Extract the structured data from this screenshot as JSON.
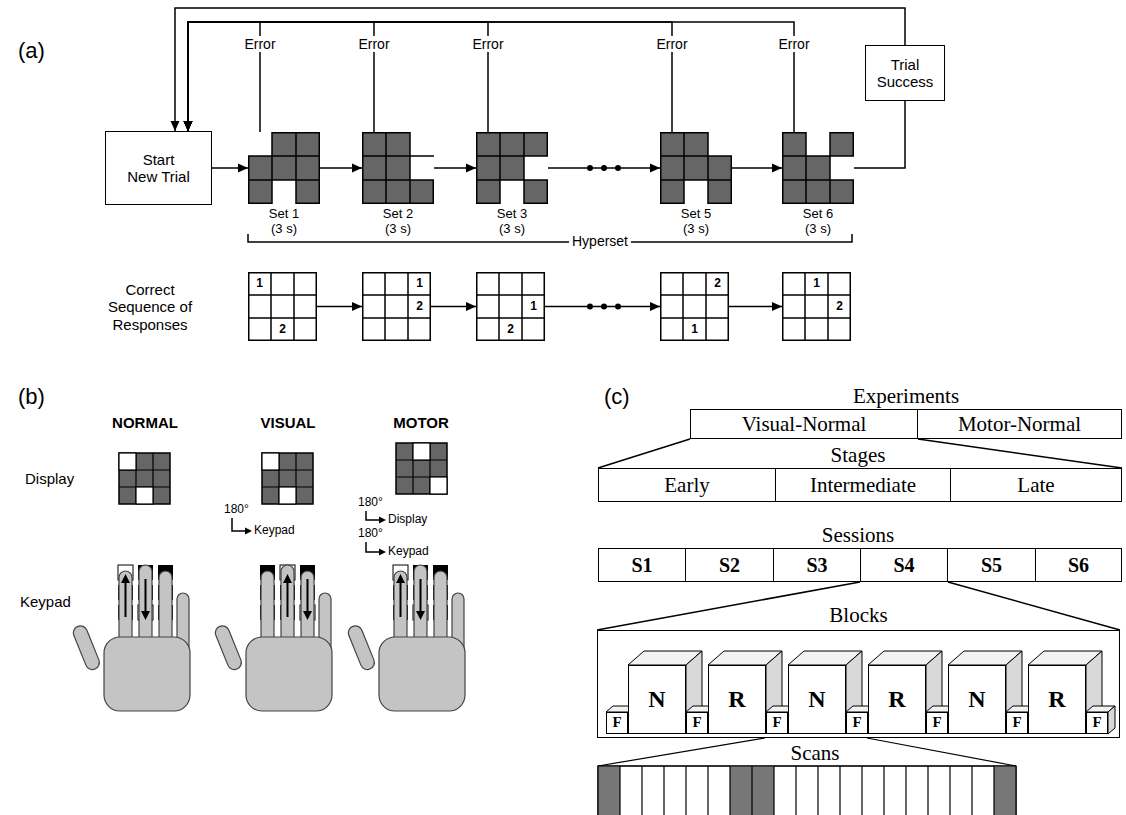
{
  "diagram": {
    "nodes": [
      {
        "text": [
          "Start New Trial"
        ]
      },
      {
        "text": [
          "Set 1 (3 s)"
        ]
      },
      {
        "text": [
          "Set 2 (3 s)"
        ]
      },
      {
        "text": [
          "Set 3 (3 s)"
        ]
      },
      {
        "text": [
          "Set 5 (3 s)"
        ]
      },
      {
        "text": [
          "Set 6 (3 s)"
        ]
      },
      {
        "text": [
          "Trial Success"
        ]
      },
      {
        "text": [
          "1",
          "2"
        ]
      },
      {
        "text": [
          "1",
          "2"
        ]
      },
      {
        "text": [
          "1",
          "2"
        ]
      },
      {
        "text": [
          "2",
          "1"
        ]
      },
      {
        "text": [
          "1",
          "2"
        ]
      },
      {
        "text": [
          "Visual-Normal"
        ]
      },
      {
        "text": [
          "Motor-Normal"
        ]
      },
      {
        "text": [
          "Early"
        ]
      },
      {
        "text": [
          "Intermediate"
        ]
      },
      {
        "text": [
          "Late"
        ]
      },
      {
        "text": [
          "S1"
        ]
      },
      {
        "text": [
          "S2"
        ]
      },
      {
        "text": [
          "S3"
        ]
      },
      {
        "text": [
          "S4"
        ]
      },
      {
        "text": [
          "S5"
        ]
      },
      {
        "text": [
          "S6"
        ]
      },
      {
        "text": [
          "Blocks"
        ]
      },
      {
        "text": [
          "F"
        ],
        "in": 23
      },
      {
        "text": [
          "N"
        ],
        "in": 23
      },
      {
        "text": [
          "F"
        ],
        "in": 23
      },
      {
        "text": [
          "R"
        ],
        "in": 23
      },
      {
        "text": [
          "F"
        ],
        "in": 23
      },
      {
        "text": [
          "N"
        ],
        "in": 23
      },
      {
        "text": [
          "F"
        ],
        "in": 23
      },
      {
        "text": [
          "R"
        ],
        "in": 23
      },
      {
        "text": [
          "F"
        ],
        "in": 23
      },
      {
        "text": [
          "N"
        ],
        "in": 23
      },
      {
        "text": [
          "F"
        ],
        "in": 23
      },
      {
        "text": [
          "R"
        ],
        "in": 23
      },
      {
        "text": [
          "F"
        ],
        "in": 23
      }
    ],
    "edges": [
      {
        "from": 0,
        "to": 1,
        "arrow": "to"
      },
      {
        "from": 1,
        "to": 2,
        "arrow": "to"
      },
      {
        "from": 2,
        "to": 3,
        "arrow": "to"
      },
      {
        "from": 3,
        "to": 4,
        "arrow": "to"
      },
      {
        "from": 4,
        "to": 5,
        "arrow": "to"
      },
      {
        "from": 5,
        "to": 6,
        "arrow": "none"
      },
      {
        "from": 6,
        "to": 0,
        "arrow": "to"
      },
      {
        "from": 1,
        "to": 0,
        "label": "Error",
        "arrow": "to"
      },
      {
        "from": 2,
        "to": 0,
        "label": "Error",
        "arrow": "to"
      },
      {
        "from": 3,
        "to": 0,
        "label": "Error",
        "arrow": "to"
      },
      {
        "from": 4,
        "to": 0,
        "label": "Error",
        "arrow": "to"
      },
      {
        "from": 5,
        "to": 0,
        "label": "Error",
        "arrow": "to"
      },
      {
        "from": 7,
        "to": 8,
        "arrow": "to"
      },
      {
        "from": 8,
        "to": 9,
        "arrow": "to"
      },
      {
        "from": 9,
        "to": 10,
        "arrow": "to"
      },
      {
        "from": 10,
        "to": 11,
        "arrow": "to"
      },
      {
        "from": 12,
        "to": 14,
        "arrow": "none"
      },
      {
        "from": 12,
        "to": 16,
        "arrow": "none"
      },
      {
        "from": 20,
        "to": 23,
        "arrow": "none"
      },
      {
        "from": 20,
        "to": 23,
        "arrow": "none"
      }
    ],
    "labels": [
      "(a)",
      "Hyperset",
      "Correct Sequence of Responses",
      "(b)",
      "NORMAL",
      "VISUAL",
      "MOTOR",
      "Display",
      "Keypad",
      "180°",
      "Keypad",
      "180°",
      "Display",
      "180°",
      "Keypad",
      "(c)",
      "Experiments",
      "Stages",
      "Sessions",
      "Scans"
    ]
  }
}
